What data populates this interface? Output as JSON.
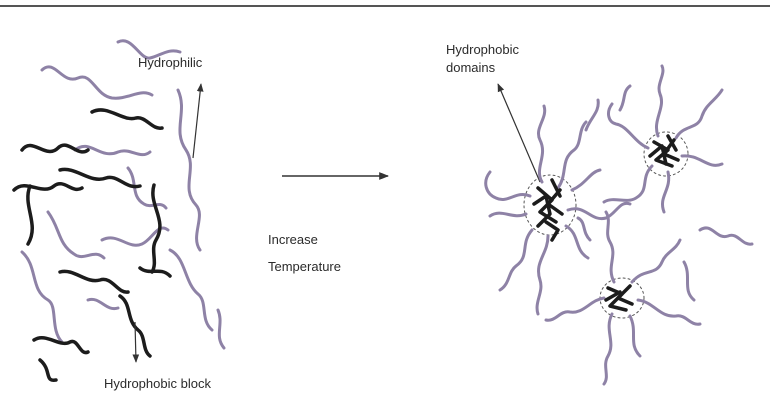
{
  "labels": {
    "hydrophilic": "Hydrophilic",
    "hydrophobic_block": "Hydrophobic block",
    "hydrophobic_domains_line1": "Hydrophobic",
    "hydrophobic_domains_line2": "domains",
    "increase": "Increase",
    "temperature": "Temperature"
  },
  "colors": {
    "hydrophilic_chain": "#8e82a6",
    "hydrophobic_chain": "#1c1c1c",
    "arrow": "#333333",
    "text": "#2b2b2b",
    "top_border": "#555555"
  }
}
